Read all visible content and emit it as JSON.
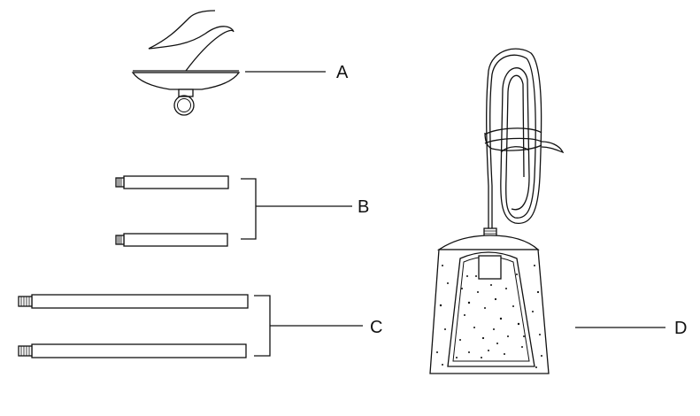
{
  "callouts": {
    "a": "A",
    "b": "B",
    "c": "C",
    "d": "D"
  },
  "parts": [
    {
      "id": "canopy",
      "callout": "A"
    },
    {
      "id": "short-rods",
      "callout": "B",
      "count": 2
    },
    {
      "id": "long-rods",
      "callout": "C",
      "count": 2
    },
    {
      "id": "pendant-shade",
      "callout": "D"
    }
  ],
  "colors": {
    "line": "#111111",
    "background": "#ffffff"
  }
}
